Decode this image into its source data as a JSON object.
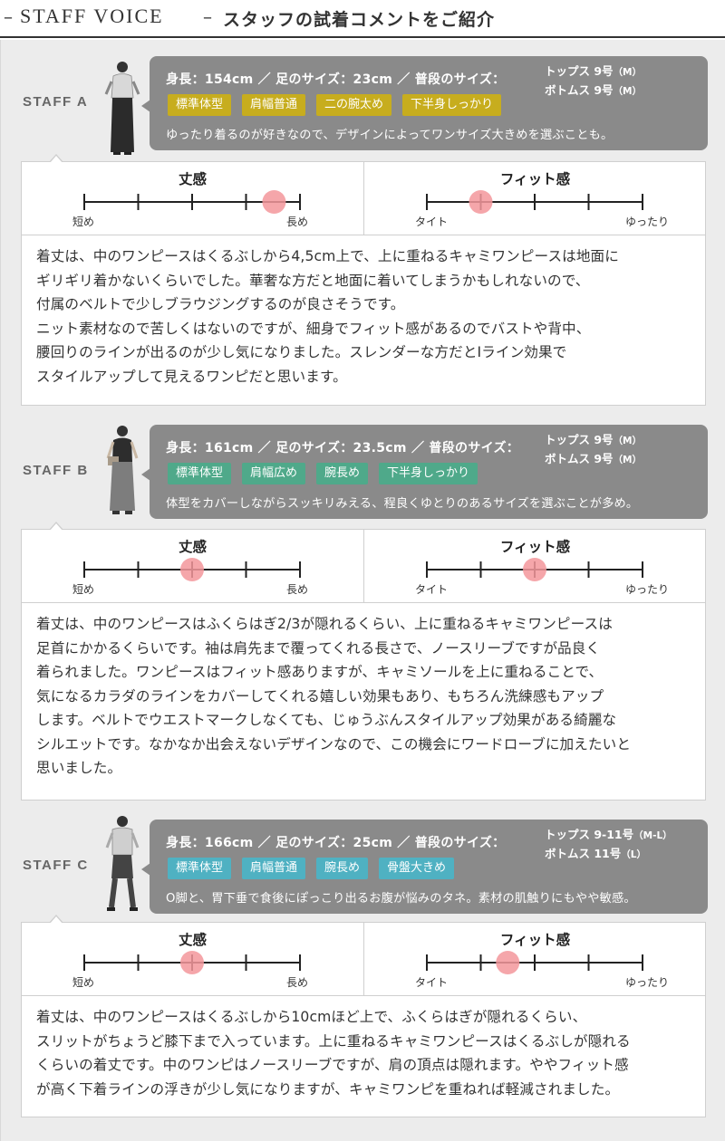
{
  "header": {
    "dash_left": "–",
    "title_en": "STAFF VOICE",
    "dash_mid": "–",
    "title_jp": "スタッフの試着コメントをご紹介"
  },
  "colors": {
    "tag_a": "#c7ad1e",
    "tag_b": "#4fa98a",
    "tag_c": "#4fb1c2",
    "marker": "#f3979b"
  },
  "staff": [
    {
      "label": "STAFF A",
      "photo_icon": "staff-photo-icon",
      "stats": "身長：154cm ／ 足のサイズ：23cm ／ 普段のサイズ：",
      "tops": "トップス 9号",
      "tops_size": "（M）",
      "bottoms": "ボトムス 9号",
      "bottoms_size": "（M）",
      "tags": [
        "標準体型",
        "肩幅普通",
        "二の腕太め",
        "下半身しっかり"
      ],
      "comment": "ゆったり着るのが好きなので、デザインによってワンサイズ大きめを選ぶことも。",
      "length_title": "丈感",
      "length_left": "短め",
      "length_right": "長め",
      "length_value": 0.88,
      "fit_title": "フィット感",
      "fit_left": "タイト",
      "fit_right": "ゆったり",
      "fit_value": 0.25,
      "review": [
        "着丈は、中のワンピースはくるぶしから4,5cm上で、上に重ねるキャミワンピースは地面に",
        "ギリギリ着かないくらいでした。華奢な方だと地面に着いてしまうかもしれないので、",
        "付属のベルトで少しブラウジングするのが良さそうです。",
        "ニット素材なので苦しくはないのですが、細身でフィット感があるのでバストや背中、",
        "腰回りのラインが出るのが少し気になりました。スレンダーな方だとIライン効果で",
        "スタイルアップして見えるワンピだと思います。"
      ]
    },
    {
      "label": "STAFF B",
      "photo_icon": "staff-photo-icon",
      "stats": "身長：161cm ／ 足のサイズ：23.5cm ／ 普段のサイズ：",
      "tops": "トップス 9号",
      "tops_size": "（M）",
      "bottoms": "ボトムス 9号",
      "bottoms_size": "（M）",
      "tags": [
        "標準体型",
        "肩幅広め",
        "腕長め",
        "下半身しっかり"
      ],
      "comment": "体型をカバーしながらスッキリみえる、程良くゆとりのあるサイズを選ぶことが多め。",
      "length_title": "丈感",
      "length_left": "短め",
      "length_right": "長め",
      "length_value": 0.5,
      "fit_title": "フィット感",
      "fit_left": "タイト",
      "fit_right": "ゆったり",
      "fit_value": 0.5,
      "review": [
        "着丈は、中のワンピースはふくらはぎ2/3が隠れるくらい、上に重ねるキャミワンピースは",
        "足首にかかるくらいです。袖は肩先まで覆ってくれる長さで、ノースリーブですが品良く",
        "着られました。ワンピースはフィット感ありますが、キャミソールを上に重ねることで、",
        "気になるカラダのラインをカバーしてくれる嬉しい効果もあり、もちろん洗練感もアップ",
        "します。ベルトでウエストマークしなくても、じゅうぶんスタイルアップ効果がある綺麗な",
        "シルエットです。なかなか出会えないデザインなので、この機会にワードローブに加えたいと",
        "思いました。"
      ]
    },
    {
      "label": "STAFF C",
      "photo_icon": "staff-photo-icon",
      "stats": "身長：166cm ／ 足のサイズ：25cm ／ 普段のサイズ：",
      "tops": "トップス 9-11号",
      "tops_size": "（M-L）",
      "bottoms": "ボトムス 11号",
      "bottoms_size": "（L）",
      "tags": [
        "標準体型",
        "肩幅普通",
        "腕長め",
        "骨盤大きめ"
      ],
      "comment": "O脚と、胃下垂で食後にぽっこり出るお腹が悩みのタネ。素材の肌触りにもやや敏感。",
      "length_title": "丈感",
      "length_left": "短め",
      "length_right": "長め",
      "length_value": 0.5,
      "fit_title": "フィット感",
      "fit_left": "タイト",
      "fit_right": "ゆったり",
      "fit_value": 0.375,
      "review": [
        "着丈は、中のワンピースはくるぶしから10cmほど上で、ふくらはぎが隠れるくらい、",
        "スリットがちょうど膝下まで入っています。上に重ねるキャミワンピースはくるぶしが隠れる",
        "くらいの着丈です。中のワンピはノースリーブですが、肩の頂点は隠れます。ややフィット感",
        "が高く下着ラインの浮きが少し気になりますが、キャミワンピを重ねれば軽減されました。"
      ]
    }
  ]
}
